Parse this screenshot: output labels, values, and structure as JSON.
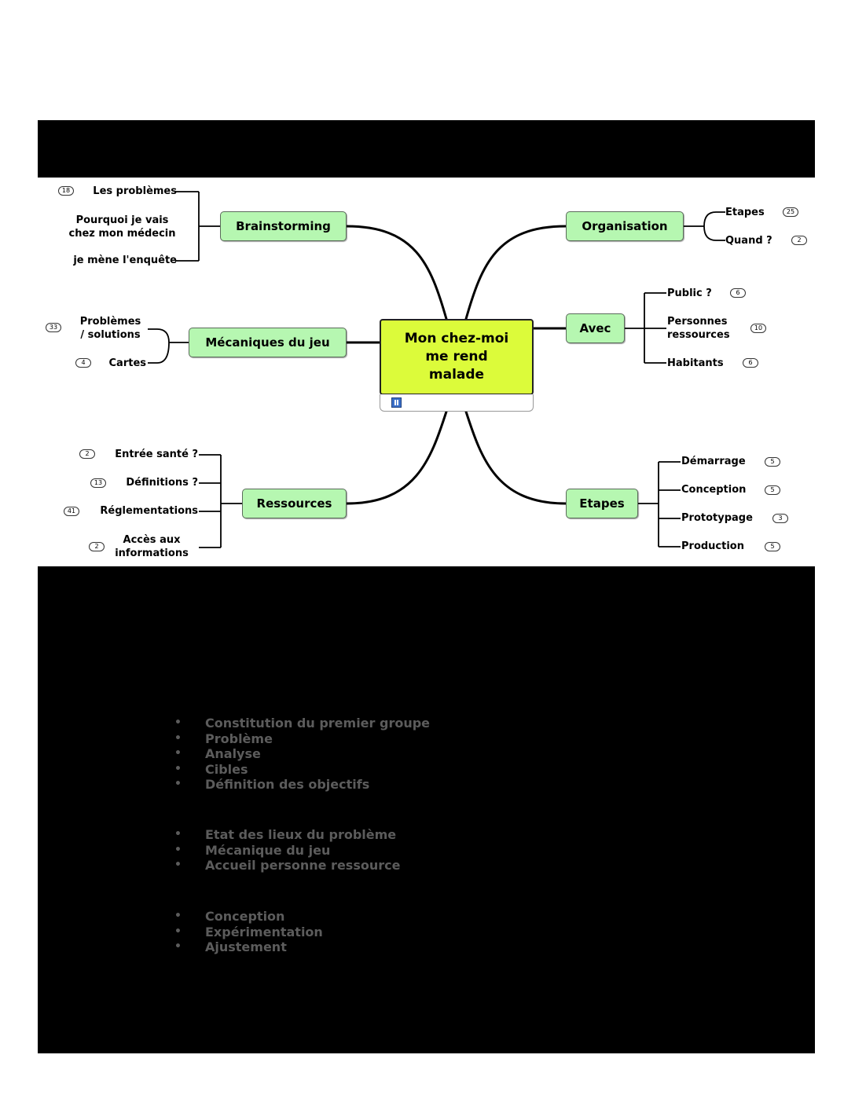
{
  "mindmap": {
    "central": "Mon chez-moi\nme rend\nmalade",
    "branches": {
      "brainstorming": {
        "label": "Brainstorming",
        "children": [
          {
            "label": "Les problèmes",
            "count": "18"
          },
          {
            "label": "Pourquoi je vais\nchez mon médecin"
          },
          {
            "label": "je mène l'enquête"
          }
        ]
      },
      "mecaniques": {
        "label": "Mécaniques du jeu",
        "children": [
          {
            "label": "Problèmes\n/ solutions",
            "count": "33"
          },
          {
            "label": "Cartes",
            "count": "4"
          }
        ]
      },
      "ressources": {
        "label": "Ressources",
        "children": [
          {
            "label": "Entrée santé ?",
            "count": "2"
          },
          {
            "label": "Définitions ?",
            "count": "13"
          },
          {
            "label": "Réglementations",
            "count": "41"
          },
          {
            "label": "Accès aux\ninformations",
            "count": "2"
          }
        ]
      },
      "organisation": {
        "label": "Organisation",
        "children": [
          {
            "label": "Etapes",
            "count": "25"
          },
          {
            "label": "Quand ?",
            "count": "2"
          }
        ]
      },
      "avec": {
        "label": "Avec",
        "children": [
          {
            "label": "Public ?",
            "count": "6"
          },
          {
            "label": "Personnes\nressources",
            "count": "10"
          },
          {
            "label": "Habitants",
            "count": "6"
          }
        ]
      },
      "etapes": {
        "label": "Etapes",
        "children": [
          {
            "label": "Démarrage",
            "count": "5"
          },
          {
            "label": "Conception",
            "count": "5"
          },
          {
            "label": "Prototypage",
            "count": "3"
          },
          {
            "label": "Production",
            "count": "5"
          }
        ]
      }
    }
  },
  "lists": [
    [
      "Constitution du premier groupe",
      "Problème",
      "Analyse",
      "Cibles",
      "Définition des objectifs"
    ],
    [
      "Etat des lieux du problème",
      "Mécanique du jeu",
      "Accueil personne ressource"
    ],
    [
      "Conception",
      "Expérimentation",
      "Ajustement"
    ]
  ],
  "bullet_glyph": "•"
}
